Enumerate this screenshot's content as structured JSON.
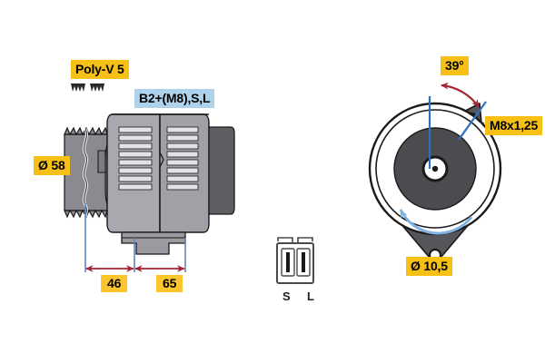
{
  "drawing": {
    "title": "Alternator technical drawing",
    "background_color": "#FFFFFF",
    "labels": {
      "belt_profile": "Poly-V 5",
      "terminals": "B2+(M8),S,L",
      "pulley_diameter": "Ø 58",
      "dim_a": "46",
      "dim_b": "65",
      "mounting_angle": "39°",
      "thread": "M8x1,25",
      "bore_diameter": "Ø 10,5"
    },
    "connector": {
      "pin_left": "S",
      "pin_right": "L"
    },
    "colors": {
      "label_yellow": "#F6C016",
      "label_blue": "#AFD2EC",
      "dim_yellow": "#FBC52D",
      "dim_arrow_red": "#A52432",
      "extension_line_blue": "#5B87C4",
      "rotation_arrow_blue": "#7FB2E0",
      "body_light_gray": "#ADADB3",
      "body_mid_gray": "#8A8A90",
      "body_dark_gray": "#5A5A5E",
      "outline_black": "#1A1A1A"
    },
    "icons": {
      "belt_profile": "poly-v-belt-profile-icon",
      "rotation": "rotation-direction-arrow-icon"
    }
  }
}
